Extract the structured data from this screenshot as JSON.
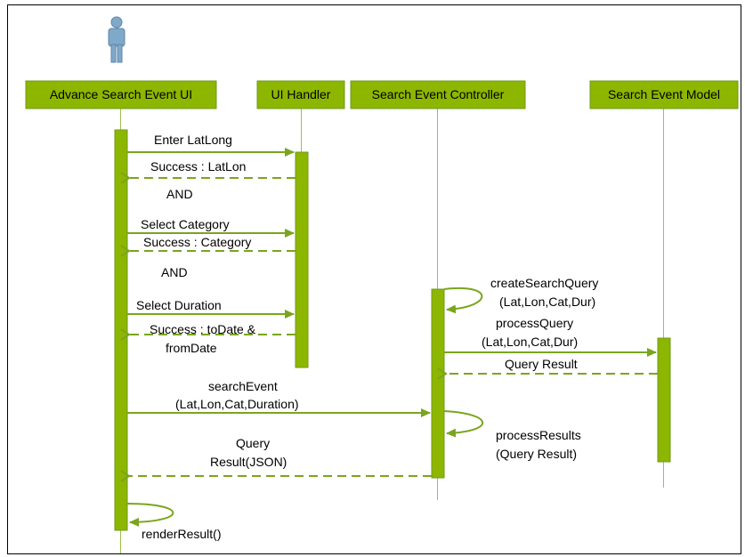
{
  "colors": {
    "green": "#8DB600",
    "green_dark": "#6E9B1E",
    "actor": "#7FA8C9",
    "actor_border": "#5D86A8",
    "frame": "#000000"
  },
  "actor_icon": "person-icon",
  "lifelines": [
    {
      "id": "ui",
      "label": "Advance Search Event  UI"
    },
    {
      "id": "handler",
      "label": "UI Handler"
    },
    {
      "id": "controller",
      "label": "Search Event Controller"
    },
    {
      "id": "model",
      "label": "Search Event Model"
    }
  ],
  "messages": {
    "enter_latlong": "Enter LatLong",
    "success_latlon": "Success : LatLon",
    "and_1": "AND",
    "select_category": "Select Category",
    "success_category": "Success : Category",
    "and_2": "AND",
    "select_duration": "Select Duration",
    "success_todate_1": "Success : toDate &",
    "success_todate_2": "fromDate",
    "create_query_1": "createSearchQuery",
    "create_query_2": "(Lat,Lon,Cat,Dur)",
    "process_query_1": "processQuery",
    "process_query_2": "(Lat,Lon,Cat,Dur)",
    "query_result": "Query Result",
    "search_event_1": "searchEvent",
    "search_event_2": "(Lat,Lon,Cat,Duration)",
    "process_results_1": "processResults",
    "process_results_2": "(Query Result)",
    "query_result_json_1": "Query",
    "query_result_json_2": "Result(JSON)",
    "render_result": "renderResult()"
  }
}
